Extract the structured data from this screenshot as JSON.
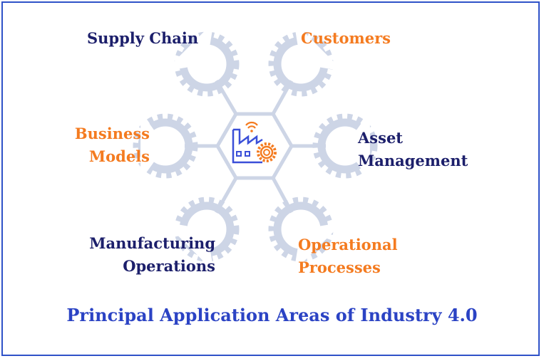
{
  "labels": {
    "supply_chain": "Supply Chain",
    "customers": "Customers",
    "business_models_1": "Business",
    "business_models_2": "Models",
    "asset_management_1": "Asset",
    "asset_management_2": "Management",
    "manufacturing_operations_1": "Manufacturing",
    "manufacturing_operations_2": "Operations",
    "operational_processes_1": "Operational",
    "operational_processes_2": "Processes"
  },
  "title": "Principal Application Areas of Industry 4.0",
  "colors": {
    "navy": "#1c1f6b",
    "orange": "#f47b20",
    "gear": "#cdd5e6",
    "title": "#2b43c4",
    "icon_blue": "#3a4fd8"
  },
  "center_icon": "smart-factory-gear-icon"
}
